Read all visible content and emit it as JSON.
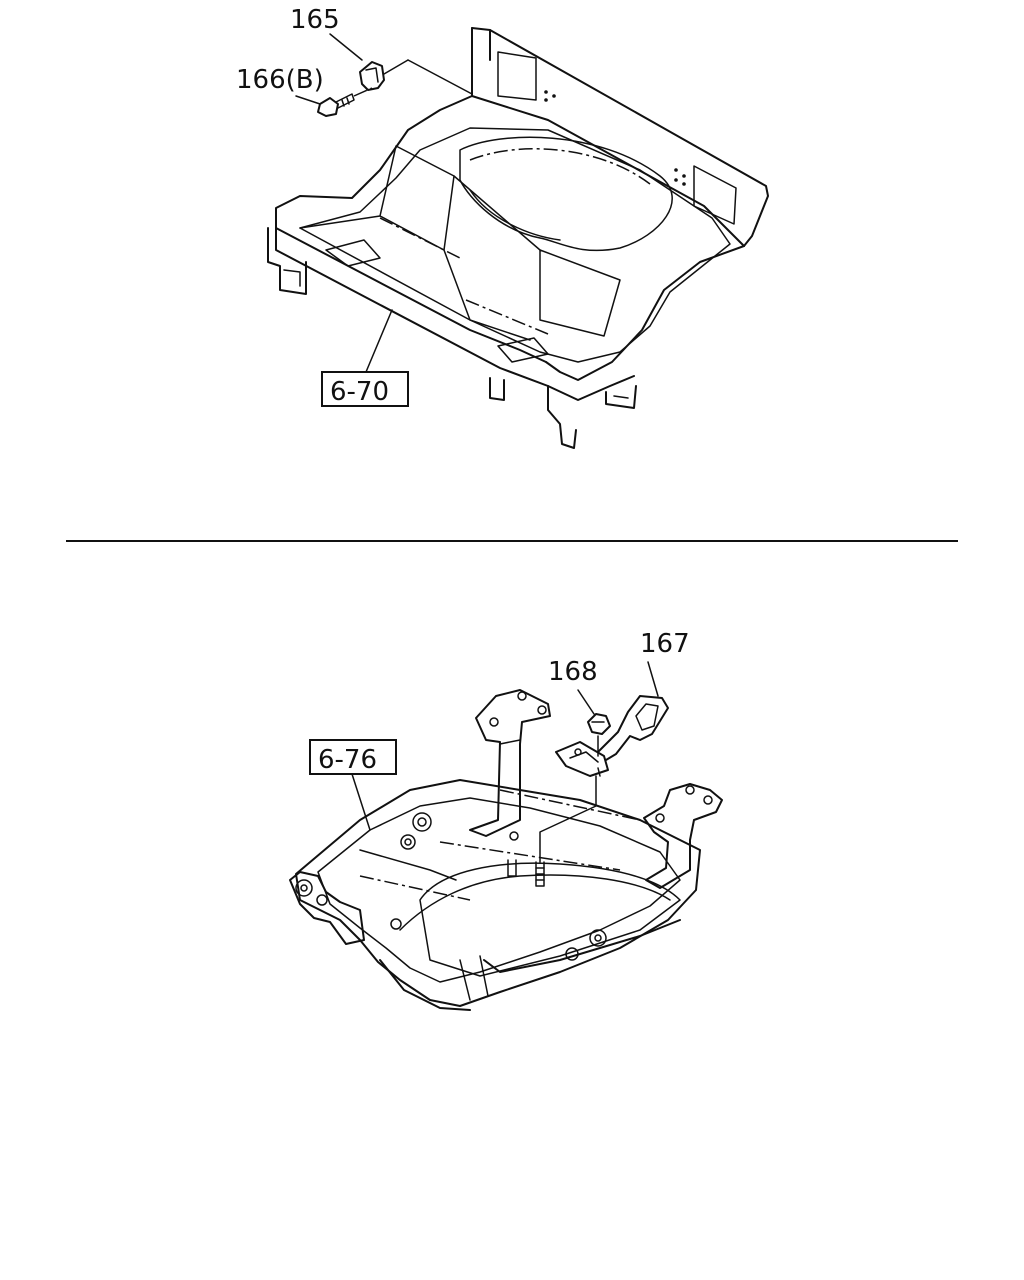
{
  "top_figure": {
    "callouts": {
      "part_165": "165",
      "part_166": "166(B)"
    },
    "reference_box": "6-70"
  },
  "bottom_figure": {
    "callouts": {
      "part_167": "167",
      "part_168": "168"
    },
    "reference_box": "6-76"
  }
}
